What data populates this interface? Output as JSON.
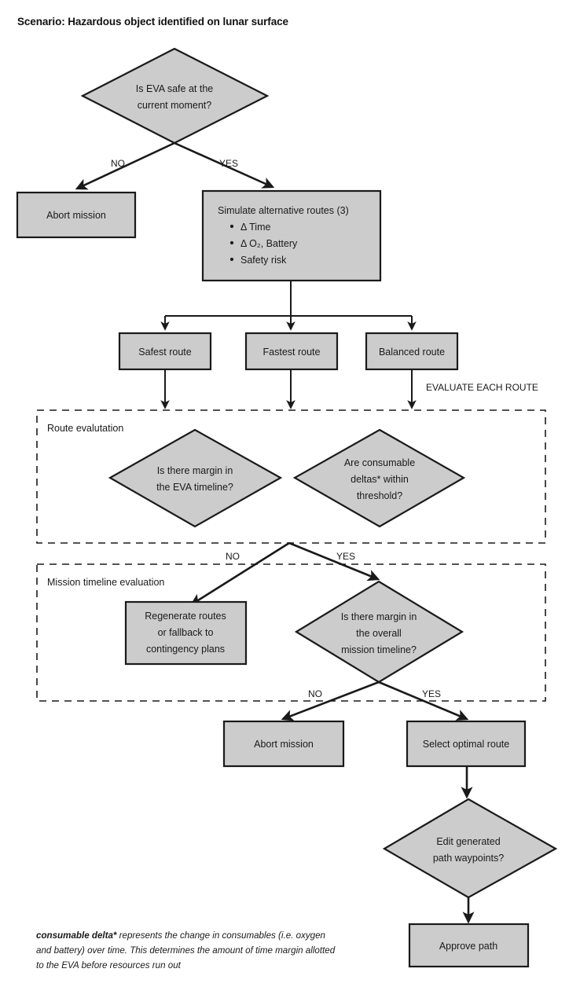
{
  "title": "Scenario: Hazardous object identified on lunar surface",
  "colors": {
    "shape_fill": "#cccccc",
    "shape_stroke": "#1a1a1a",
    "text": "#1a1a1a",
    "background": "#ffffff"
  },
  "nodes": {
    "eva_safe": {
      "type": "decision",
      "line1": "Is EVA safe at the",
      "line2": "current moment?"
    },
    "abort_top": {
      "type": "process",
      "label": "Abort mission"
    },
    "simulate": {
      "type": "process",
      "heading": "Simulate alternative routes (3)",
      "bullets": [
        "Δ Time",
        "Δ O₂, Battery",
        "Safety risk"
      ]
    },
    "safest_route": {
      "type": "process",
      "label": "Safest route"
    },
    "fastest_route": {
      "type": "process",
      "label": "Fastest route"
    },
    "balanced_route": {
      "type": "process",
      "label": "Balanced route"
    },
    "eva_margin": {
      "type": "decision",
      "line1": "Is there margin in",
      "line2": "the EVA timeline?"
    },
    "consumable_deltas": {
      "type": "decision",
      "line1": "Are consumable",
      "line2": "deltas* within",
      "line3": "threshold?"
    },
    "regenerate": {
      "type": "process",
      "line1": "Regenerate routes",
      "line2": "or fallback to",
      "line3": "contingency plans"
    },
    "mission_margin": {
      "type": "decision",
      "line1": "Is there margin in",
      "line2": "the overall",
      "line3": "mission timeline?"
    },
    "abort_bottom": {
      "type": "process",
      "label": "Abort mission"
    },
    "select_route": {
      "type": "process",
      "label": "Select optimal route"
    },
    "edit_waypoints": {
      "type": "decision",
      "line1": "Edit generated",
      "line2": "path waypoints?"
    },
    "approve_path": {
      "type": "process",
      "label": "Approve path"
    }
  },
  "groups": {
    "route_evaluation": {
      "label": "Route evalutation"
    },
    "mission_timeline_evaluation": {
      "label": "Mission timeline evaluation"
    }
  },
  "edge_labels": {
    "eva_no": "NO",
    "eva_yes": "YES",
    "evaluate_each_route": "EVALUATE EACH ROUTE",
    "route_eval_no": "NO",
    "route_eval_yes": "YES",
    "mission_no": "NO",
    "mission_yes": "YES"
  },
  "footnote": {
    "bold": "consumable delta*",
    "rest": " represents the change in consumables (i.e. oxygen and battery) over time. This determines the amount of time margin allotted  to the EVA before resources run out"
  }
}
